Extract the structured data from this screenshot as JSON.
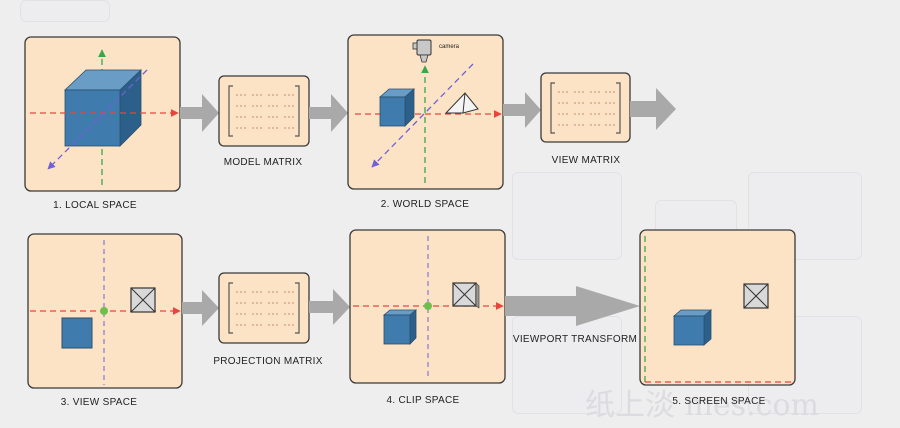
{
  "stages": {
    "local": "1. LOCAL SPACE",
    "world": "2. WORLD SPACE",
    "view": "3. VIEW SPACE",
    "clip": "4. CLIP SPACE",
    "screen": "5. SCREEN SPACE"
  },
  "transforms": {
    "model": "MODEL MATRIX",
    "view": "VIEW MATRIX",
    "projection": "PROJECTION MATRIX",
    "viewport": "VIEWPORT TRANSFORM"
  },
  "camera_label": "camera",
  "watermark": "纸上淡 mes.com",
  "colors": {
    "panel_fill": "#fde3c5",
    "panel_border": "#3a3a3a",
    "cube_front": "#3f7cad",
    "cube_top": "#6a9dc6",
    "cube_side": "#2c5f89",
    "axis_x": "#e8443d",
    "axis_y": "#3aa64a",
    "axis_z": "#7060d8",
    "arrow": "#a9a9a9"
  }
}
